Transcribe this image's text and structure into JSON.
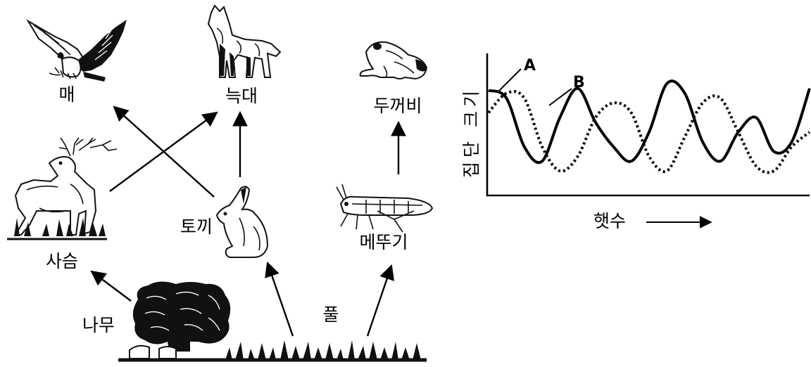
{
  "food_web": {
    "organisms": {
      "hawk": "매",
      "wolf": "늑대",
      "toad": "두꺼비",
      "deer": "사슴",
      "rabbit": "토끼",
      "grasshopper": "메뚜기",
      "tree": "나무",
      "grass": "풀"
    }
  },
  "graph": {
    "ylabel": "집단 크기",
    "xlabel": "햇수",
    "curve_a_label": "A",
    "curve_b_label": "B"
  },
  "chart_data": {
    "type": "line",
    "xlabel": "햇수",
    "ylabel": "집단 크기",
    "grid": false,
    "series": [
      {
        "name": "A",
        "style": "solid",
        "x": [
          0,
          1,
          2,
          3,
          4,
          5,
          6,
          7,
          8,
          9,
          10,
          11,
          12,
          13,
          14,
          15,
          16,
          17,
          18
        ],
        "values": [
          0.88,
          0.8,
          0.3,
          0.15,
          0.6,
          0.9,
          0.55,
          0.3,
          0.15,
          0.45,
          0.95,
          0.85,
          0.35,
          0.15,
          0.45,
          0.6,
          0.25,
          0.35,
          0.9
        ]
      },
      {
        "name": "B",
        "style": "dotted",
        "x": [
          0,
          1,
          2,
          3,
          4,
          5,
          6,
          7,
          8,
          9,
          10,
          11,
          12,
          13,
          14,
          15,
          16,
          17,
          18
        ],
        "values": [
          0.65,
          0.85,
          0.8,
          0.3,
          0.05,
          0.2,
          0.6,
          0.75,
          0.65,
          0.2,
          0.05,
          0.4,
          0.75,
          0.8,
          0.45,
          0.1,
          0.05,
          0.3,
          0.45
        ]
      }
    ]
  }
}
